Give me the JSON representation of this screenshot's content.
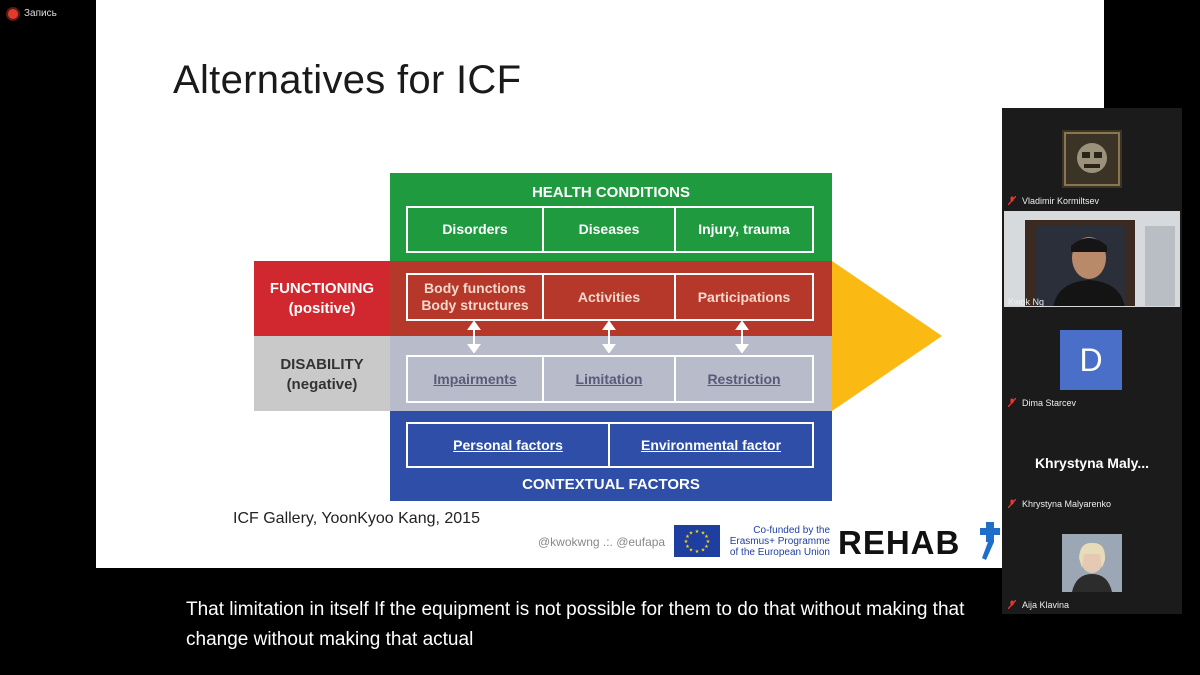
{
  "recording": {
    "label": "Запись"
  },
  "slide": {
    "title": "Alternatives for ICF",
    "diagram": {
      "health_header": "HEALTH CONDITIONS",
      "health_cells": [
        "Disorders",
        "Diseases",
        "Injury, trauma"
      ],
      "functioning_label": [
        "FUNCTIONING",
        "(positive)"
      ],
      "functioning_cells": [
        [
          "Body functions",
          "Body structures"
        ],
        "Activities",
        "Participations"
      ],
      "disability_label": [
        "DISABILITY",
        "(negative)"
      ],
      "disability_cells": [
        "Impairments",
        "Limitation",
        "Restriction"
      ],
      "context_cells": [
        "Personal factors",
        "Environmental factor"
      ],
      "context_header": "CONTEXTUAL FACTORS"
    },
    "citation": "ICF Gallery, YoonKyoo Kang, 2015",
    "handles": "@kwokwng .:. @eufapa",
    "eu_text": [
      "Co-funded by the",
      "Erasmus+ Programme",
      "of the European Union"
    ],
    "logo_text": "REHAB",
    "colors": {
      "green": "#1f9a3f",
      "red": "#d0282e",
      "gray": "#c9c9c9",
      "blue": "#2f4ea8",
      "yellow": "#fbb914"
    }
  },
  "participants": [
    {
      "name": "Vladimir Kormiltsev",
      "muted": true,
      "avatar": "image"
    },
    {
      "name": "Kwok Ng",
      "muted": false,
      "avatar": "video",
      "active": true
    },
    {
      "name": "Dima Starcev",
      "muted": true,
      "avatar": "letter",
      "letter": "D"
    },
    {
      "name": "Khrystyna Malyarenko",
      "muted": true,
      "avatar": "name",
      "display": "Khrystyna  Maly..."
    },
    {
      "name": "Aija Klavina",
      "muted": true,
      "avatar": "image"
    }
  ],
  "caption": "That limitation in itself If the equipment is not possible for them to do that without making that change without making that actual"
}
